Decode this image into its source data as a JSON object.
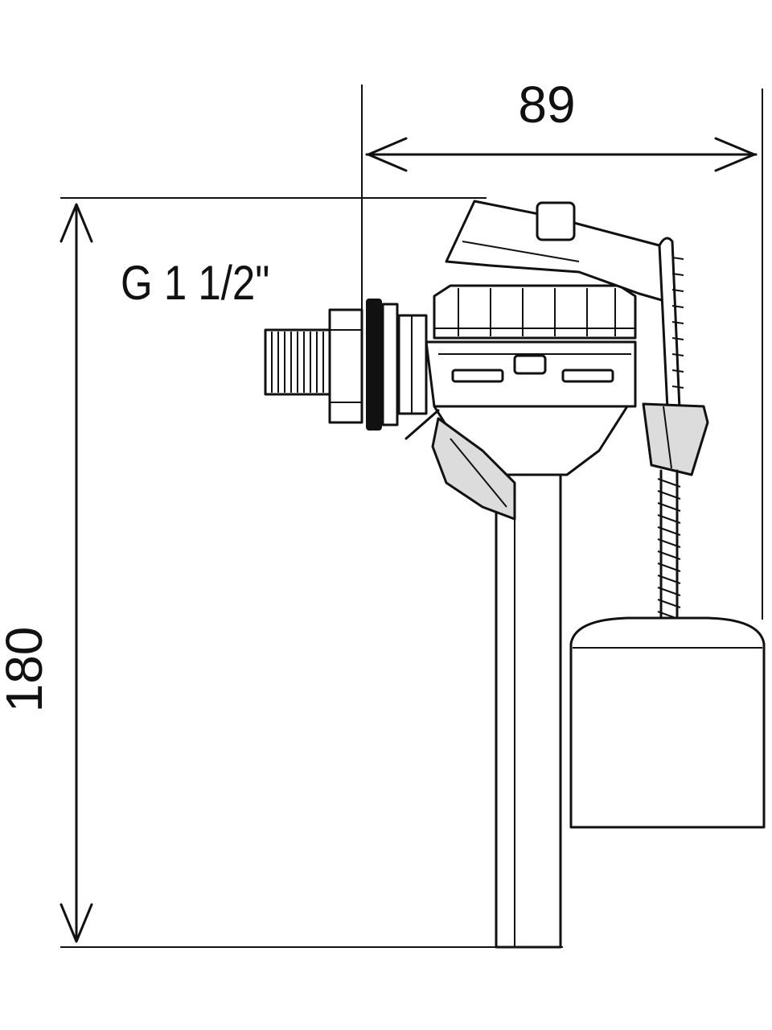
{
  "dimensions": {
    "width_label": "89",
    "height_label": "180",
    "thread_label": "G 1 1/2\""
  },
  "colors": {
    "line": "#111111",
    "background": "#ffffff",
    "shade": "#dcdcdc"
  }
}
